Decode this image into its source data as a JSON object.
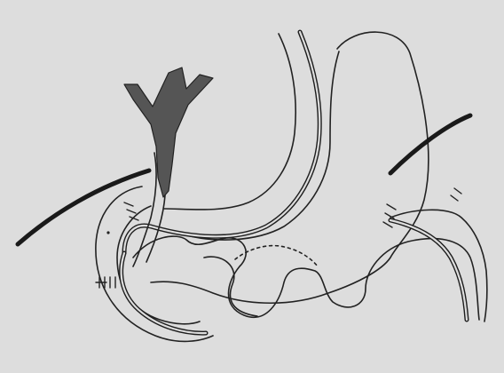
{
  "figure": {
    "background": "#dddddd",
    "ink_color": "#222222",
    "duct_fill": "#555555",
    "elements": [
      "stomach-outline",
      "gastric-tube",
      "small-bowel-loop",
      "bile-duct",
      "drain-tube-left",
      "drain-tube-right",
      "suture-lines",
      "dashed-line"
    ]
  }
}
